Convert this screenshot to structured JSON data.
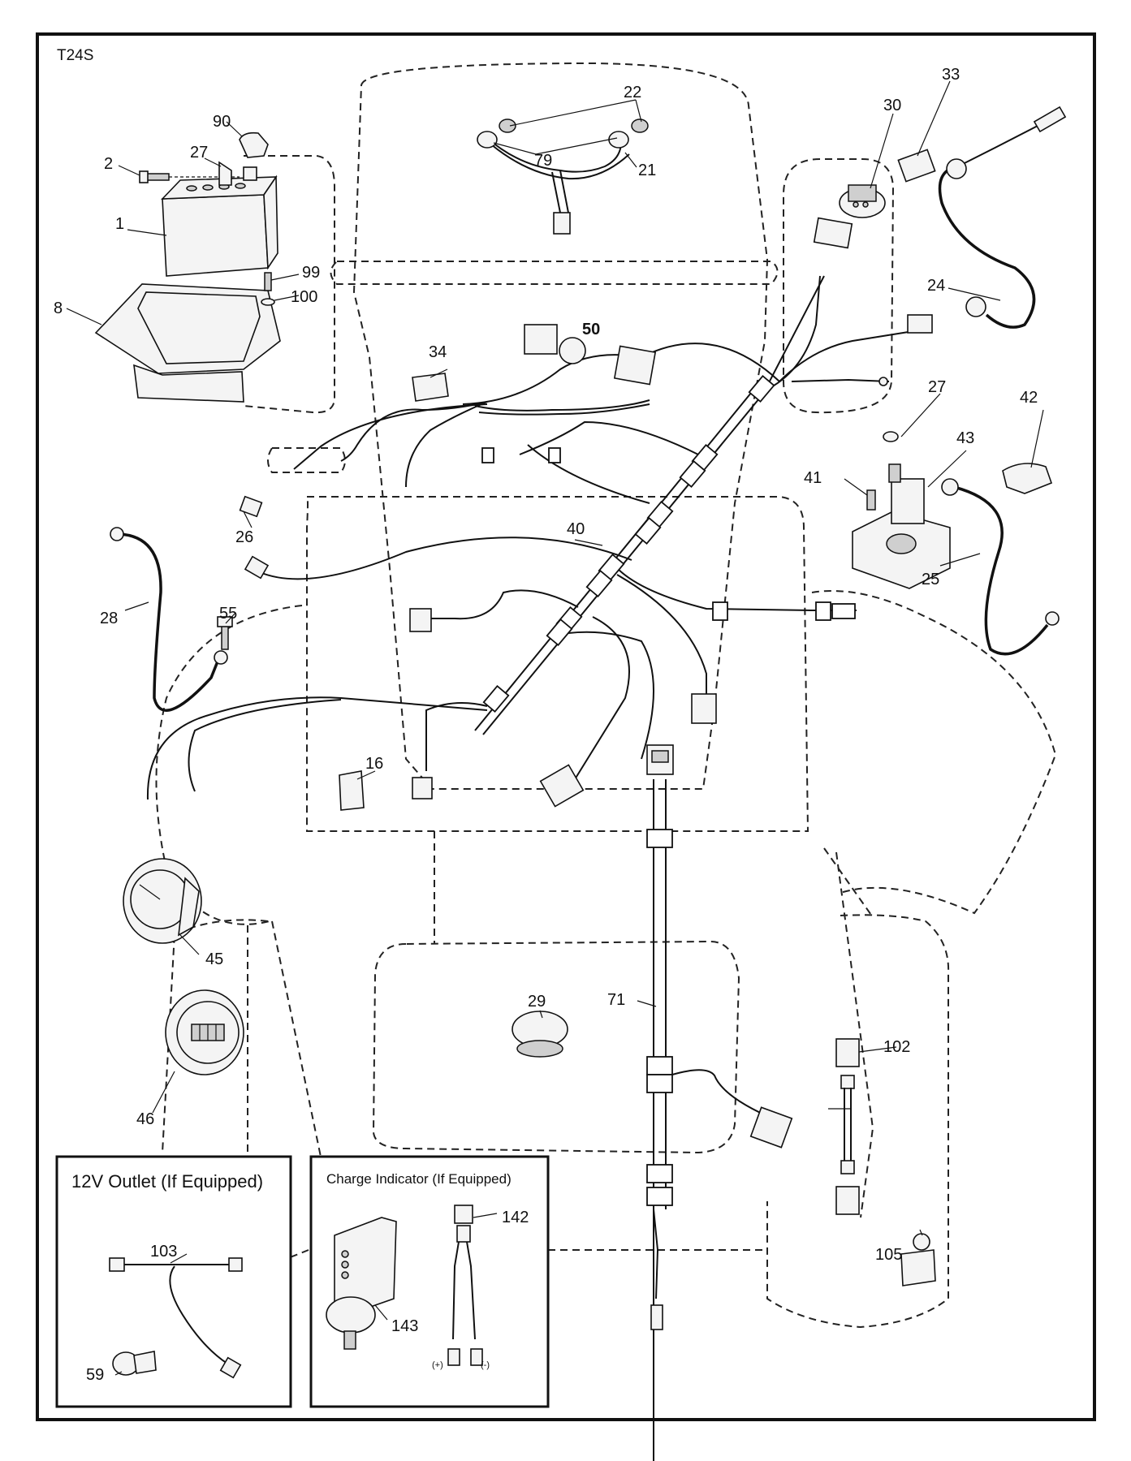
{
  "diagram": {
    "code": "T24S",
    "part_labels": [
      "1",
      "2",
      "8",
      "16",
      "21",
      "22",
      "24",
      "25",
      "26",
      "27",
      "27",
      "28",
      "29",
      "30",
      "33",
      "34",
      "40",
      "41",
      "42",
      "43",
      "45",
      "46",
      "50",
      "55",
      "59",
      "71",
      "79",
      "90",
      "99",
      "100",
      "102",
      "103",
      "105",
      "142",
      "143"
    ],
    "insets": {
      "outlet": {
        "title": "12V Outlet (If Equipped)"
      },
      "charge": {
        "title": "Charge Indicator (If Equipped)",
        "plus_label": "(+)",
        "minus_label": "(-)"
      }
    }
  }
}
